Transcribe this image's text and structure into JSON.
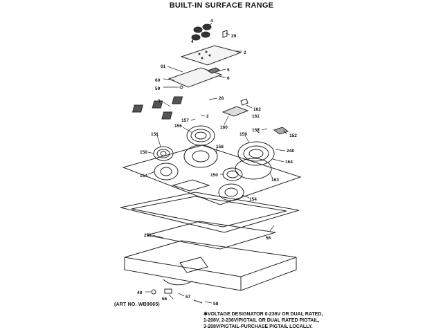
{
  "title": "BUILT-IN SURFACE RANGE",
  "art_number": "(ART NO. WB9665)",
  "footnote": [
    "✱VOLTAGE DESIGNATOR 0-236V OR DUAL RATED,",
    "1-208V, 2-236V/PIGTAIL OR DUAL RATED PIGTAIL,",
    "3-208V/PIGTAIL-PURCHASE PIGTAIL LOCALLY."
  ],
  "part_labels": [
    "4",
    "4",
    "29",
    "2",
    "61",
    "5",
    "6",
    "60",
    "59",
    "3",
    "28",
    "2",
    "157",
    "162",
    "161",
    "160",
    "156",
    "153",
    "152",
    "151",
    "158",
    "159",
    "248",
    "150",
    "164",
    "154",
    "150",
    "163",
    "154",
    "253",
    "56",
    "48",
    "66",
    "57",
    "58"
  ]
}
